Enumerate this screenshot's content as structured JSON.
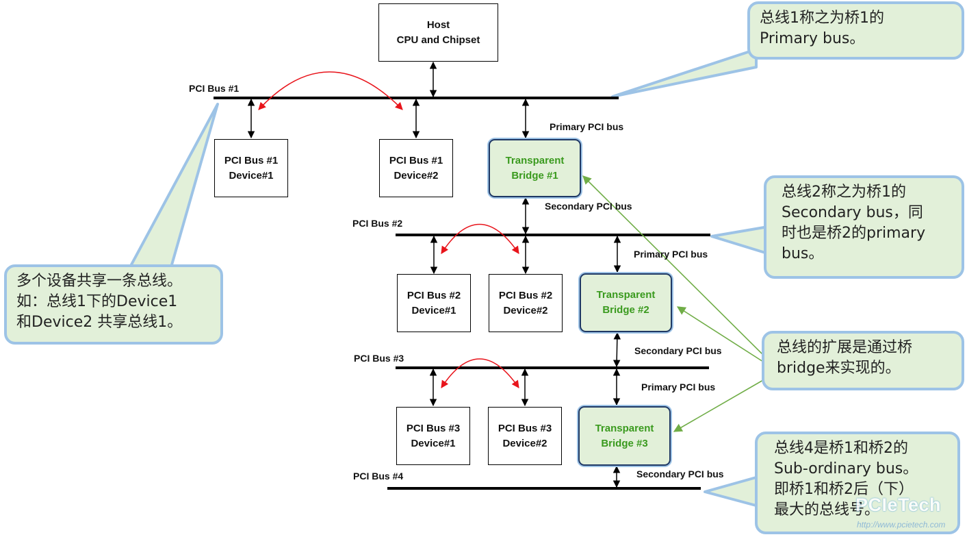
{
  "host": {
    "line1": "Host",
    "line2": "CPU and Chipset"
  },
  "buses": {
    "bus1": "PCI Bus #1",
    "bus2": "PCI Bus #2",
    "bus3": "PCI Bus #3",
    "bus4": "PCI Bus #4"
  },
  "devices": {
    "b1d1": {
      "line1": "PCI Bus #1",
      "line2": "Device#1"
    },
    "b1d2": {
      "line1": "PCI Bus #1",
      "line2": "Device#2"
    },
    "b2d1": {
      "line1": "PCI Bus #2",
      "line2": "Device#1"
    },
    "b2d2": {
      "line1": "PCI Bus #2",
      "line2": "Device#2"
    },
    "b3d1": {
      "line1": "PCI Bus #3",
      "line2": "Device#1"
    },
    "b3d2": {
      "line1": "PCI Bus #3",
      "line2": "Device#2"
    }
  },
  "bridges": {
    "br1": {
      "line1": "Transparent",
      "line2": "Bridge #1"
    },
    "br2": {
      "line1": "Transparent",
      "line2": "Bridge #2"
    },
    "br3": {
      "line1": "Transparent",
      "line2": "Bridge #3"
    }
  },
  "labels": {
    "primary1": "Primary PCI bus",
    "secondary1": "Secondary PCI bus",
    "primary2": "Primary PCI bus",
    "secondary2": "Secondary PCI bus",
    "primary3": "Primary PCI bus",
    "secondary3": "Secondary PCI bus"
  },
  "callouts": {
    "primary_bus": "总线1称之为桥1的\nPrimary bus。",
    "secondary_bus": "总线2称之为桥1的\nSecondary bus，同\n时也是桥2的primary\nbus。",
    "shared_bus": "多个设备共享一条总线。\n如：总线1下的Device1\n和Device2 共享总线1。",
    "bridge_expansion": "总线的扩展是通过桥\nbridge来实现的。",
    "subordinate": "总线4是桥1和桥2的\nSub-ordinary bus。\n即桥1和桥2后（下）\n最大的总线号。"
  },
  "watermark": {
    "brand": "PCIeTech",
    "url": "http://www.pcietech.com"
  },
  "colors": {
    "bus": "#000000",
    "red_arrow": "#e8141b",
    "green_pointer": "#70ad47",
    "callout_fill": "#e2f0d9",
    "callout_border": "#9dc3e6",
    "bridge_text": "#3a9a1e"
  }
}
